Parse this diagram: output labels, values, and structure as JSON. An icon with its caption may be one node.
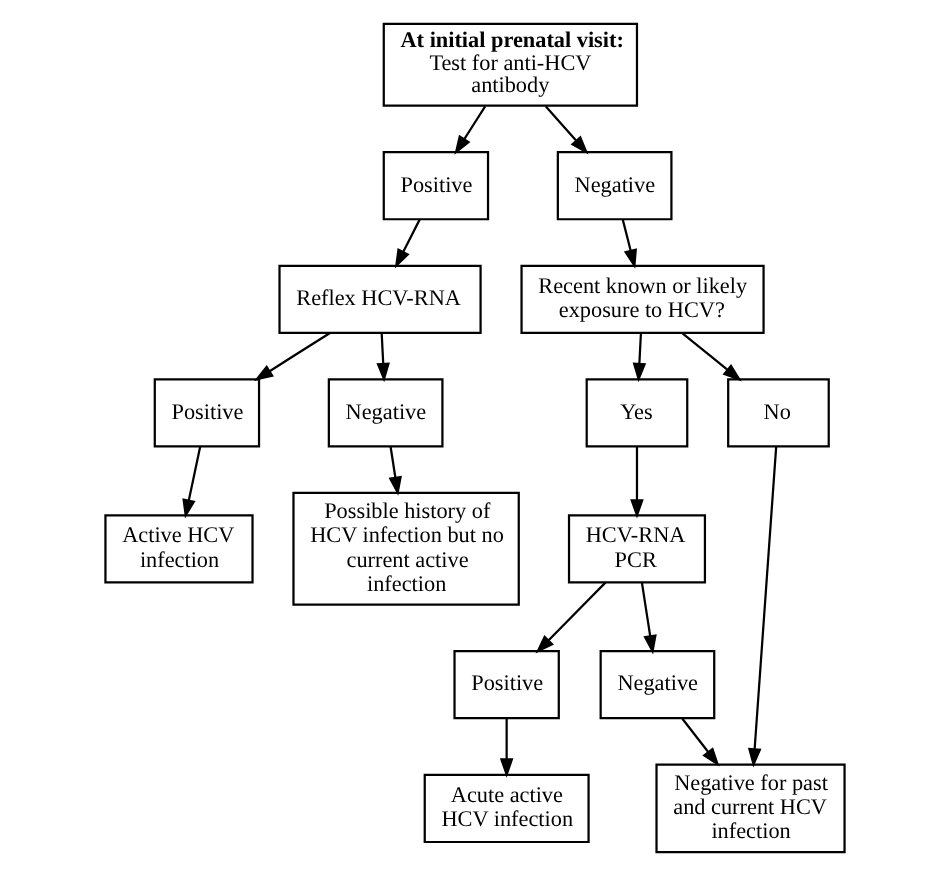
{
  "diagram": {
    "nodes": [
      {
        "text": [
          "At initial prenatal visit:",
          "Test for anti-HCV antibody"
        ]
      },
      {
        "text": [
          "Positive"
        ]
      },
      {
        "text": [
          "Negative"
        ]
      },
      {
        "text": [
          "Reflex HCV-RNA"
        ]
      },
      {
        "text": [
          "Recent known or likely exposure to HCV?"
        ]
      },
      {
        "text": [
          "Positive"
        ]
      },
      {
        "text": [
          "Negative"
        ]
      },
      {
        "text": [
          "Yes"
        ]
      },
      {
        "text": [
          "No"
        ]
      },
      {
        "text": [
          "Active HCV infection"
        ]
      },
      {
        "text": [
          "Possible history of HCV infection but no current active infection"
        ]
      },
      {
        "text": [
          "HCV-RNA PCR"
        ]
      },
      {
        "text": [
          "Negative for past and current HCV infection"
        ]
      },
      {
        "text": [
          "Positive"
        ]
      },
      {
        "text": [
          "Negative"
        ]
      },
      {
        "text": [
          "Acute active HCV infection"
        ]
      }
    ],
    "edges": [
      {
        "from": 0,
        "to": 1,
        "arrow": "to"
      },
      {
        "from": 0,
        "to": 2,
        "arrow": "to"
      },
      {
        "from": 1,
        "to": 3,
        "arrow": "to"
      },
      {
        "from": 2,
        "to": 4,
        "arrow": "to"
      },
      {
        "from": 3,
        "to": 5,
        "arrow": "to"
      },
      {
        "from": 3,
        "to": 6,
        "arrow": "to"
      },
      {
        "from": 4,
        "to": 7,
        "arrow": "to"
      },
      {
        "from": 4,
        "to": 8,
        "arrow": "to"
      },
      {
        "from": 5,
        "to": 9,
        "arrow": "to"
      },
      {
        "from": 6,
        "to": 10,
        "arrow": "to"
      },
      {
        "from": 7,
        "to": 11,
        "arrow": "to"
      },
      {
        "from": 8,
        "to": 12,
        "arrow": "to"
      },
      {
        "from": 11,
        "to": 13,
        "arrow": "to"
      },
      {
        "from": 11,
        "to": 14,
        "arrow": "to"
      },
      {
        "from": 13,
        "to": 15,
        "arrow": "to"
      },
      {
        "from": 14,
        "to": 12,
        "arrow": "to"
      }
    ]
  }
}
